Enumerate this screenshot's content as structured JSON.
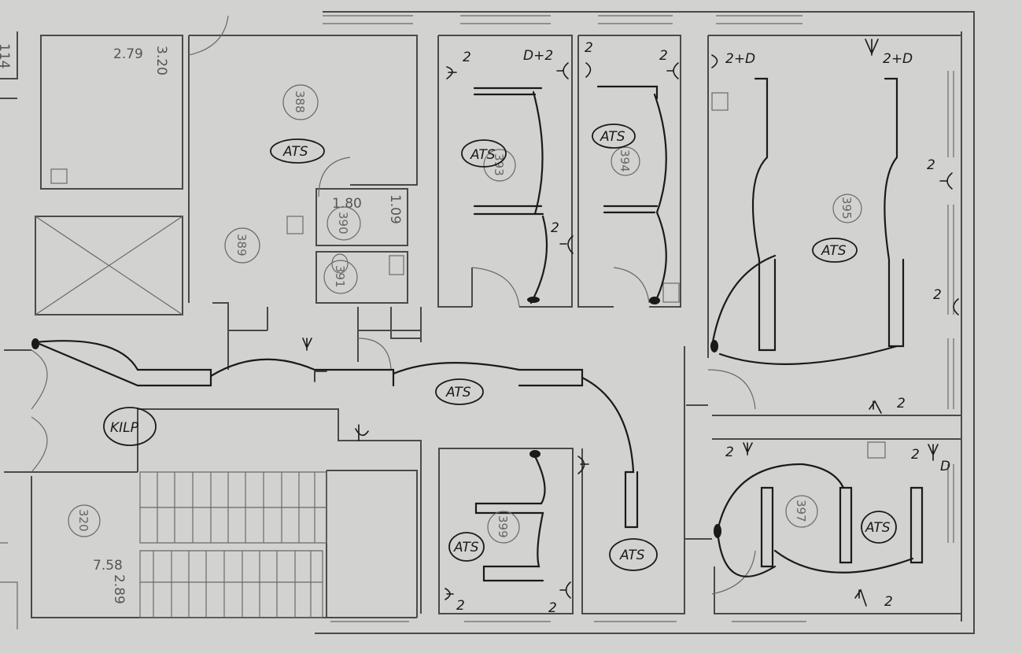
{
  "plan": {
    "dimensions": {
      "d1": "2.79",
      "d2": "3.20",
      "d3": "1.80",
      "d4": "1.09",
      "d5": "7.58",
      "d6": "2.89",
      "edge_room": "114"
    },
    "rooms": [
      {
        "id": "388",
        "tag": "ATS"
      },
      {
        "id": "389"
      },
      {
        "id": "390"
      },
      {
        "id": "391"
      },
      {
        "id": "393",
        "tag": "ATS"
      },
      {
        "id": "394",
        "tag": "ATS"
      },
      {
        "id": "395",
        "tag": "ATS"
      },
      {
        "id": "320"
      },
      {
        "id": "399",
        "tag": "ATS"
      },
      {
        "id": "397",
        "tag": "ATS"
      }
    ],
    "corridor_tag": "ATS",
    "lower_corridor_tag": "ATS",
    "kitchen_tag": "KILP",
    "annotations": {
      "a1": "2",
      "a2": "D+2",
      "a3": "2",
      "a4": "2",
      "a5": "2+D",
      "a6": "2+D",
      "a7": "2",
      "a8": "2",
      "a9": "2",
      "a10": "2",
      "a11": "2",
      "a12": "2",
      "a13": "D",
      "a14": "2",
      "a15": "2",
      "a16": "2"
    }
  }
}
